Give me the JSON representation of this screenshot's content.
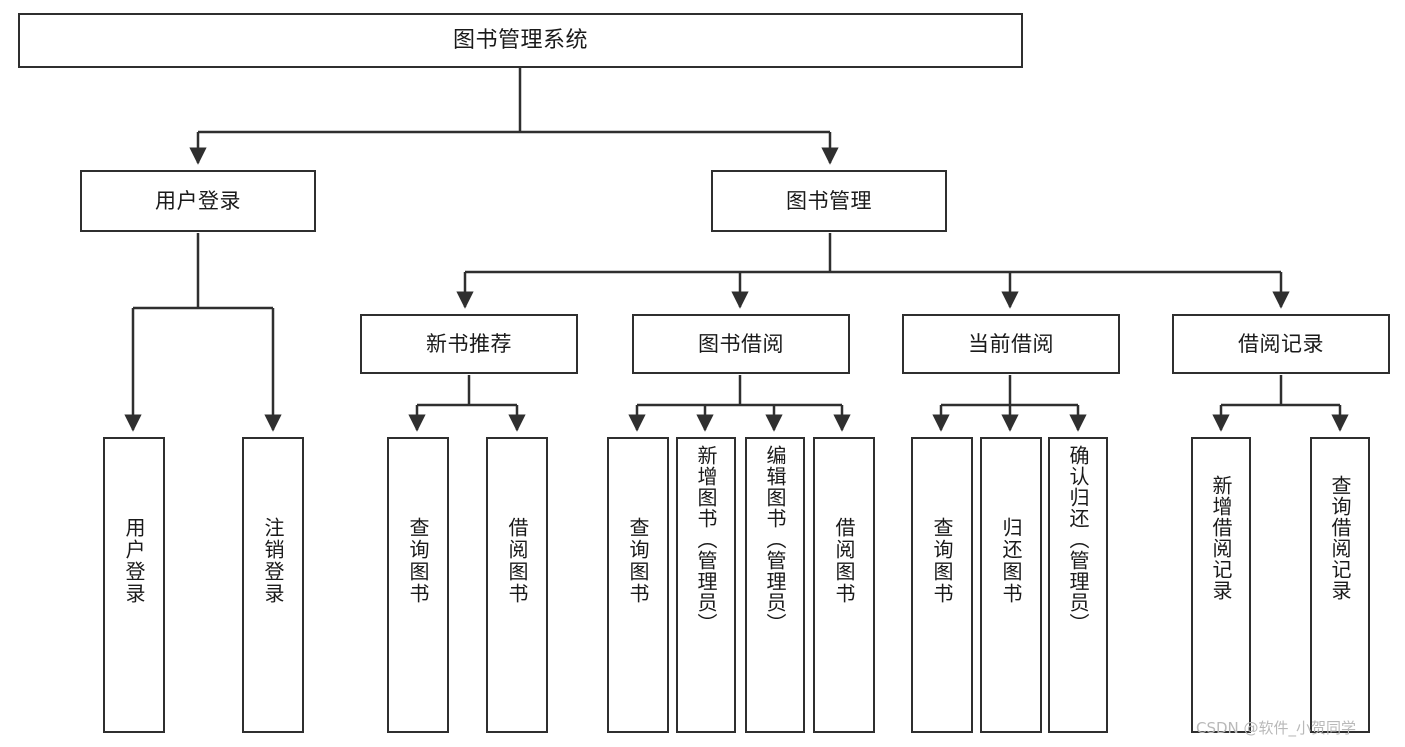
{
  "diagram": {
    "title": "图书管理系统",
    "type": "tree-hierarchy-diagram",
    "watermark": "CSDN @软件_小贺同学",
    "colors": {
      "background": "#ffffff",
      "box_border": "#2f2f2f",
      "box_fill": "#ffffff",
      "edge": "#2f2f2f",
      "text": "#1a1a1a",
      "watermark": "#b9b9b9"
    },
    "levels": {
      "root": {
        "label": "图书管理系统"
      },
      "level2": [
        {
          "label": "用户登录"
        },
        {
          "label": "图书管理"
        }
      ],
      "level3": [
        {
          "label": "新书推荐"
        },
        {
          "label": "图书借阅"
        },
        {
          "label": "当前借阅"
        },
        {
          "label": "借阅记录"
        }
      ],
      "leaves": {
        "user_login": [
          {
            "label": "用户登录"
          },
          {
            "label": "注销登录"
          }
        ],
        "new_book_recommend": [
          {
            "label": "查询图书"
          },
          {
            "label": "借阅图书"
          }
        ],
        "book_borrow": [
          {
            "label": "查询图书"
          },
          {
            "label": "新增图书（管理员）"
          },
          {
            "label": "编辑图书（管理员）"
          },
          {
            "label": "借阅图书"
          }
        ],
        "current_borrow": [
          {
            "label": "查询图书"
          },
          {
            "label": "归还图书"
          },
          {
            "label": "确认归还（管理员）"
          }
        ],
        "borrow_record": [
          {
            "label": "新增借阅记录"
          },
          {
            "label": "查询借阅记录"
          }
        ]
      }
    }
  }
}
